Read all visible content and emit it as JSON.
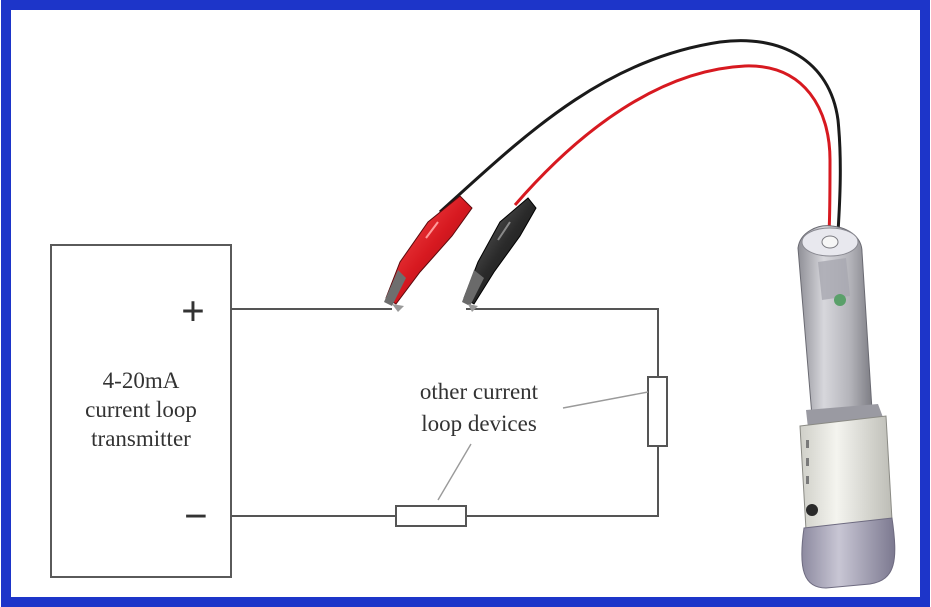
{
  "diagram": {
    "transmitter": {
      "line1": "4-20mA",
      "line2": "current loop",
      "line3": "transmitter",
      "plus_symbol": "+",
      "minus_symbol": "−"
    },
    "devices_label": {
      "line1": "other current",
      "line2": "loop devices"
    },
    "colors": {
      "frame": "#1d35c9",
      "red_lead": "#d71920",
      "black_lead": "#1a1a1a",
      "wire": "#555555"
    },
    "icons": [
      "red-alligator-clip-icon",
      "black-alligator-clip-icon",
      "data-logger-icon",
      "resistor-icon"
    ]
  }
}
